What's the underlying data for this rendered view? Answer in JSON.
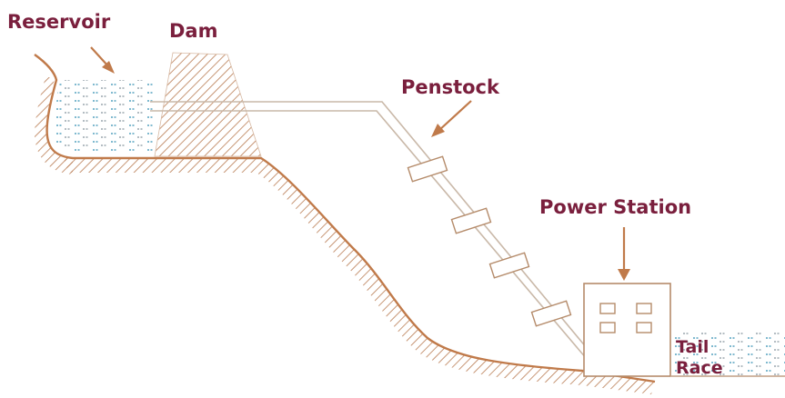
{
  "labels": {
    "reservoir": "Reservoir",
    "dam": "Dam",
    "penstock": "Penstock",
    "power_station": "Power Station",
    "tail_race_line1": "Tail",
    "tail_race_line2": "Race"
  },
  "colors": {
    "label": "#7a1f3d",
    "ground_line": "#c07a4a",
    "hatch": "#b97b52",
    "arrow": "#c07a4a",
    "water": "#7fb9cf",
    "structure": "#b58b6a"
  }
}
